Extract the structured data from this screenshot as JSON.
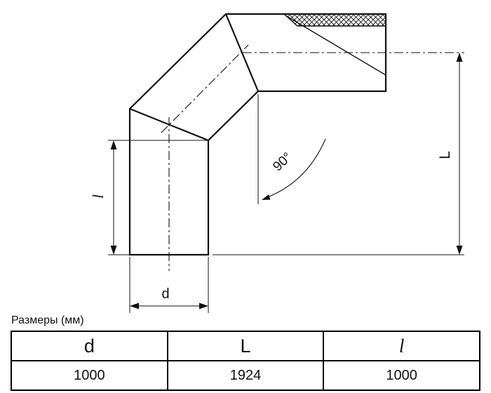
{
  "section_title": "Размеры (мм)",
  "drawing": {
    "labels": {
      "angle": "90°",
      "overall_length": "L",
      "leg_length": "l",
      "diameter": "d"
    }
  },
  "table": {
    "headers": [
      "d",
      "L",
      "l"
    ],
    "values": [
      "1000",
      "1924",
      "1000"
    ]
  }
}
